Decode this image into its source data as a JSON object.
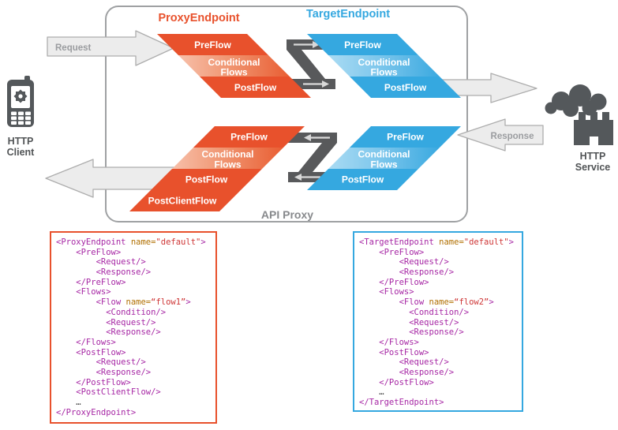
{
  "diagram": {
    "api_proxy_label": "API Proxy",
    "proxy_endpoint": {
      "title": "ProxyEndpoint"
    },
    "target_endpoint": {
      "title": "TargetEndpoint"
    },
    "request_label": "Request",
    "response_label": "Response",
    "client": {
      "line1": "HTTP",
      "line2": "Client"
    },
    "service": {
      "line1": "HTTP",
      "line2": "Service"
    },
    "flow_labels": {
      "pre": "PreFlow",
      "conditional_line1": "Conditional",
      "conditional_line2": "Flows",
      "post": "PostFlow",
      "post_client": "PostClientFlow"
    }
  },
  "code_blocks": {
    "proxy": {
      "border_color": "#e8512c",
      "lines": [
        "<ProxyEndpoint name=\"default\">",
        "    <PreFlow>",
        "        <Request/>",
        "        <Response/>",
        "    </PreFlow>",
        "    <Flows>",
        "        <Flow name=“flow1”>",
        "          <Condition/>",
        "          <Request/>",
        "          <Response/>",
        "    </Flows>",
        "    <PostFlow>",
        "        <Request/>",
        "        <Response/>",
        "    </PostFlow>",
        "    <PostClientFlow/>",
        "    …",
        "</ProxyEndpoint>"
      ]
    },
    "target": {
      "border_color": "#35a8e0",
      "lines": [
        "<TargetEndpoint name=\"default\">",
        "    <PreFlow>",
        "        <Request/>",
        "        <Response/>",
        "    </PreFlow>",
        "    <Flows>",
        "        <Flow name=“flow2”>",
        "          <Condition/>",
        "          <Request/>",
        "          <Response/>",
        "    </Flows>",
        "    <PostFlow>",
        "        <Request/>",
        "        <Response/>",
        "    </PostFlow>",
        "    …",
        "</TargetEndpoint>"
      ]
    }
  },
  "colors": {
    "orange": "#e8512c",
    "blue": "#35a8e0",
    "connector_gray": "#58595b",
    "arrow_fill": "#ececec",
    "arrow_stroke": "#adadad",
    "icon_gray": "#54585b",
    "label_gray": "#87898c",
    "syntax_tag": "#a626a4",
    "syntax_attr": "#b06f00",
    "syntax_string": "#ce3535"
  }
}
